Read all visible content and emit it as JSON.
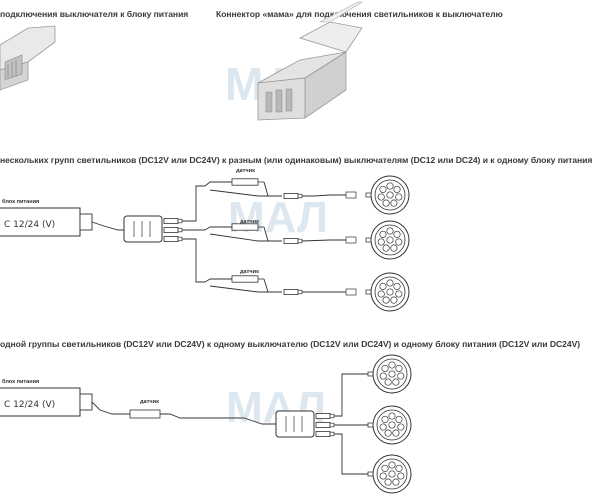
{
  "captions": {
    "top_left": "подключения выключателя к блоку питания",
    "top_right": "Коннектор «мама» для подключения светильников к выключателю",
    "section1": "нескольких групп светильников (DC12V или DC24V) к разным (или одинаковым) выключателям (DC12 или DC24) и к одному блоку питания",
    "section2": "одной группы светильников (DC12V или DC24V) к одному выключателю (DC12V или DC24V) и одному блоку питания (DC12V или DC24V)"
  },
  "diagram1": {
    "psu_label": "блок питания",
    "psu_text": "C 12/24 (V)",
    "sensor_labels": [
      "датчик",
      "датчик",
      "датчик"
    ]
  },
  "diagram2": {
    "psu_label": "блок питания",
    "psu_text": "C 12/24 (V)",
    "sensor_label": "датчик"
  },
  "watermark": "МАЛ",
  "colors": {
    "line": "#333333",
    "watermark": "#dde7f0",
    "caption": "#3a3a3a"
  }
}
